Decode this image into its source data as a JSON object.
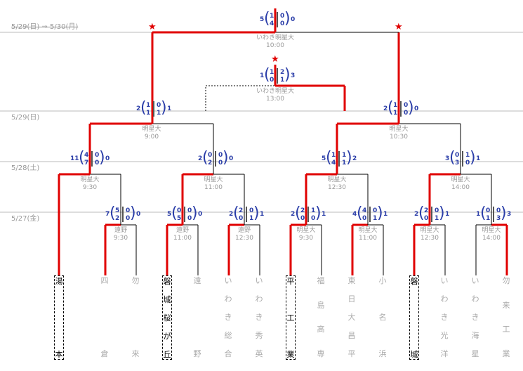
{
  "dates": {
    "d1": "5/27(金)",
    "d2": "5/28(土)",
    "d3": "5/29(日)",
    "d4": "5/29(日) ⇒ 5/30(月)"
  },
  "teams": [
    {
      "chars": [
        "湯",
        "本"
      ],
      "win": true
    },
    {
      "chars": [
        "四",
        "倉"
      ],
      "win": false
    },
    {
      "chars": [
        "勿",
        "来"
      ],
      "win": false
    },
    {
      "chars": [
        "磐",
        "城",
        "桜",
        "が",
        "丘"
      ],
      "win": true
    },
    {
      "chars": [
        "遠",
        "野"
      ],
      "win": false
    },
    {
      "chars": [
        "い",
        "わ",
        "き",
        "総",
        "合"
      ],
      "win": false
    },
    {
      "chars": [
        "い",
        "わ",
        "き",
        "秀",
        "英"
      ],
      "win": false
    },
    {
      "chars": [
        "平",
        "工",
        "業"
      ],
      "win": true
    },
    {
      "chars": [
        "福",
        "島",
        "高",
        "専"
      ],
      "win": false
    },
    {
      "chars": [
        "東",
        "日",
        "大",
        "昌",
        "平"
      ],
      "win": false
    },
    {
      "chars": [
        "小",
        "名",
        "浜"
      ],
      "win": false
    },
    {
      "chars": [
        "磐",
        "城"
      ],
      "win": true
    },
    {
      "chars": [
        "い",
        "わ",
        "き",
        "光",
        "洋"
      ],
      "win": false
    },
    {
      "chars": [
        "い",
        "わ",
        "き",
        "海",
        "星"
      ],
      "win": false
    },
    {
      "chars": [
        "勿",
        "来",
        "工",
        "業"
      ],
      "win": false
    }
  ],
  "r1": [
    {
      "venue": "遠野",
      "time": "9:30",
      "l": "7",
      "r": "0",
      "s1": [
        "5",
        "0"
      ],
      "s2": [
        "2",
        "0"
      ]
    },
    {
      "venue": "遠野",
      "time": "11:00",
      "l": "5",
      "r": "0",
      "s1": [
        "0",
        "0"
      ],
      "s2": [
        "5",
        "0"
      ]
    },
    {
      "venue": "遠野",
      "time": "12:30",
      "l": "2",
      "r": "1",
      "s1": [
        "2",
        "0"
      ],
      "s2": [
        "0",
        "1"
      ]
    },
    {
      "venue": "明星大",
      "time": "9:30",
      "l": "2",
      "r": "1",
      "s1": [
        "2",
        "1"
      ],
      "s2": [
        "0",
        "0"
      ]
    },
    {
      "venue": "明星大",
      "time": "11:00",
      "l": "4",
      "r": "1",
      "s1": [
        "4",
        "0"
      ],
      "s2": [
        "0",
        "1"
      ]
    },
    {
      "venue": "明星大",
      "time": "12:30",
      "l": "2",
      "r": "1",
      "s1": [
        "2",
        "0"
      ],
      "s2": [
        "0",
        "1"
      ]
    },
    {
      "venue": "明星大",
      "time": "14:00",
      "l": "1",
      "r": "3",
      "s1": [
        "0",
        "0"
      ],
      "s2": [
        "1",
        "3"
      ]
    }
  ],
  "r2": [
    {
      "venue": "明星大",
      "time": "9:30",
      "l": "11",
      "r": "0",
      "s1": [
        "4",
        "0"
      ],
      "s2": [
        "7",
        "0"
      ]
    },
    {
      "venue": "明星大",
      "time": "11:00",
      "l": "2",
      "r": "0",
      "s1": [
        "0",
        "0"
      ],
      "s2": [
        "2",
        "0"
      ]
    },
    {
      "venue": "明星大",
      "time": "12:30",
      "l": "5",
      "r": "2",
      "s1": [
        "1",
        "1"
      ],
      "s2": [
        "4",
        "1"
      ]
    },
    {
      "venue": "明星大",
      "time": "14:00",
      "l": "3",
      "r": "1",
      "s1": [
        "0",
        "1"
      ],
      "s2": [
        "3",
        "0"
      ]
    }
  ],
  "sf": [
    {
      "venue": "明星大",
      "time": "9:00",
      "l": "2",
      "r": "1",
      "s1": [
        "1",
        "0"
      ],
      "s2": [
        "1",
        "1"
      ]
    },
    {
      "venue": "明星大",
      "time": "10:30",
      "l": "2",
      "r": "0",
      "s1": [
        "1",
        "0"
      ],
      "s2": [
        "1",
        "0"
      ]
    }
  ],
  "third": {
    "venue": "いわき明星大",
    "time": "13:00",
    "l": "1",
    "r": "3",
    "s1": [
      "1",
      "2"
    ],
    "s2": [
      "0",
      "1"
    ]
  },
  "final": {
    "venue": "いわき明星大",
    "time": "10:00",
    "l": "5",
    "r": "0",
    "s1": [
      "1",
      "0"
    ],
    "s2": [
      "4",
      "0"
    ]
  },
  "colors": {
    "win": "#e00000",
    "line": "#000000",
    "grid": "#bbbbbb",
    "score": "#2a3da8"
  }
}
